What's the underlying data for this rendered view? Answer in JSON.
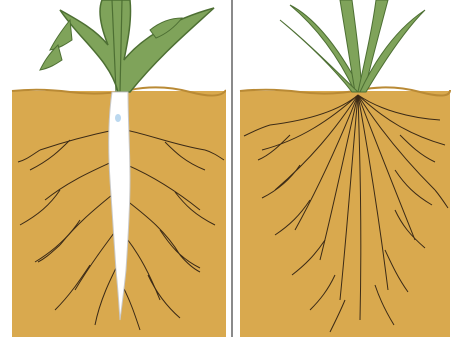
{
  "diagram": {
    "panels": [
      {
        "id": "taproot",
        "kind": "taproot-system"
      },
      {
        "id": "fibrous",
        "kind": "fibrous-root-system"
      }
    ],
    "colors": {
      "soil": "#d9a94e",
      "soil_dark": "#b98a35",
      "sky": "#ffffff",
      "leaf": "#7fa35a",
      "leaf_dark": "#4d6f33",
      "taproot": "#ffffff",
      "taproot_edge": "#c9c9c9",
      "root_line": "#3b2a16",
      "divider": "#8a8a8a"
    }
  }
}
